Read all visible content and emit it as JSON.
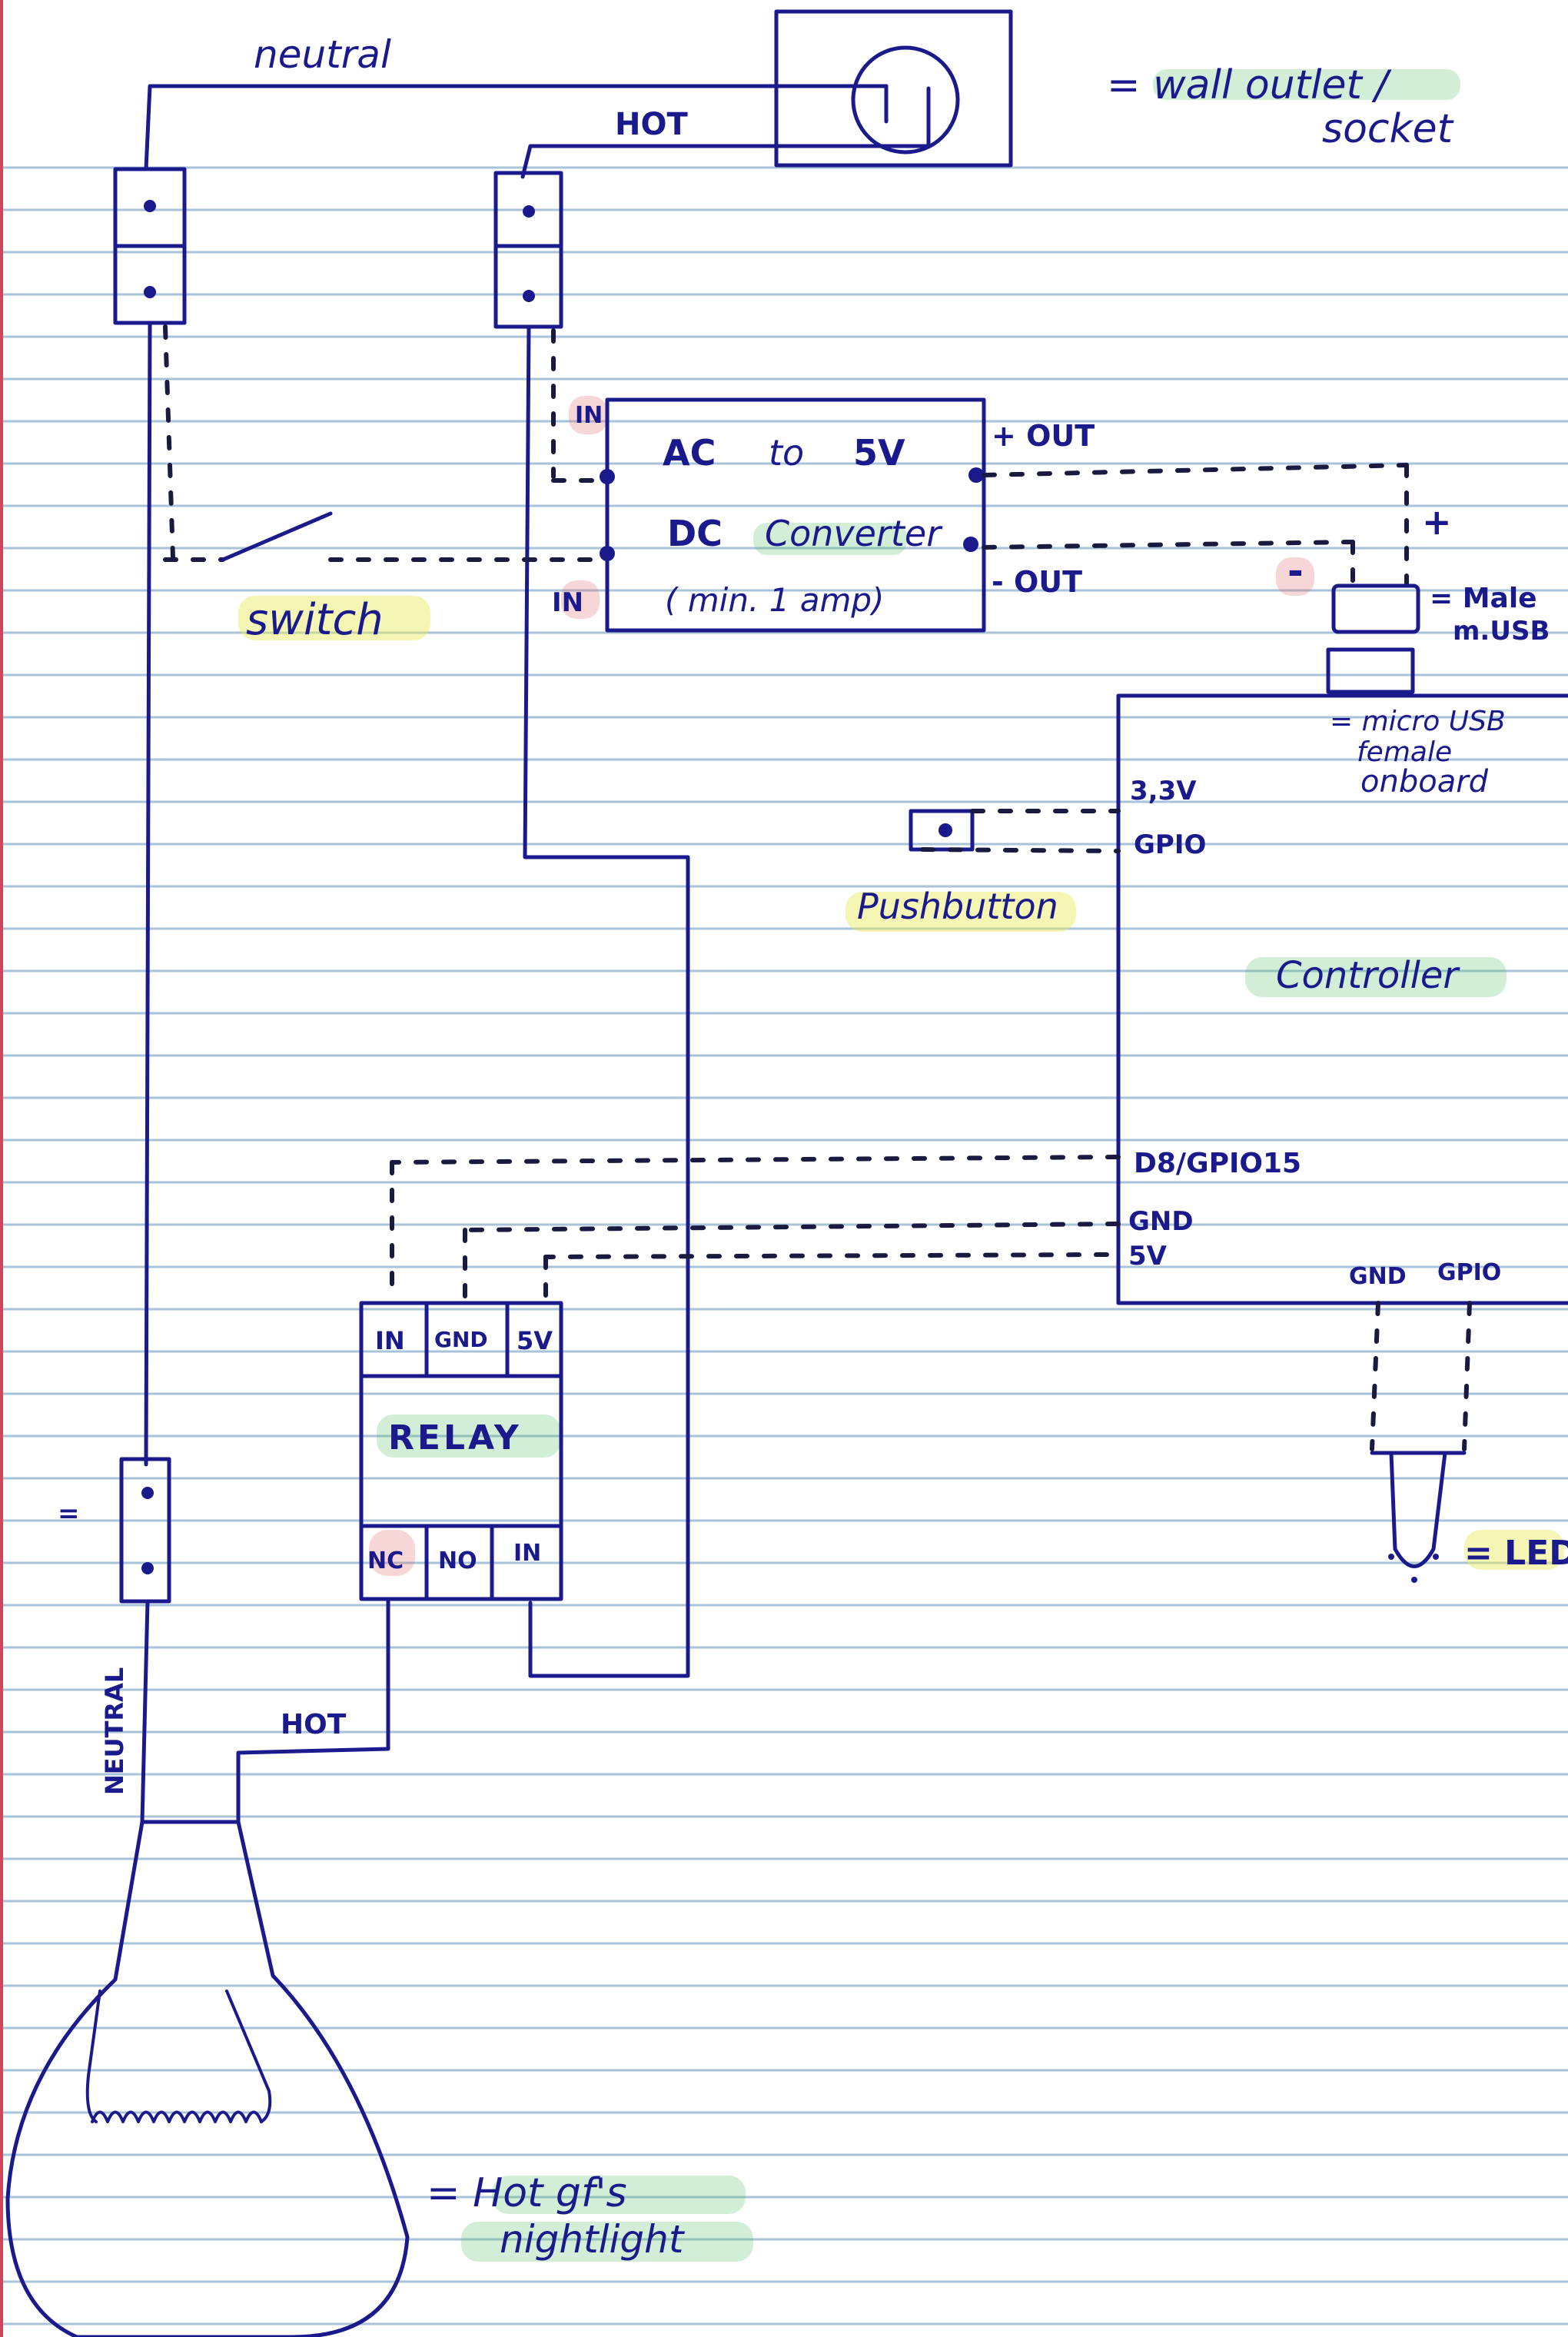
{
  "labels": {
    "neutral_top": "neutral",
    "hot_top": "HOT",
    "wall_outlet_line1": "= wall outlet /",
    "wall_outlet_line2": "socket",
    "converter_line1_a": "AC",
    "converter_line1_b": "to",
    "converter_line1_c": "5V",
    "converter_line2_a": "DC",
    "converter_line2_b": "Converter",
    "converter_line3": "( min. 1 amp)",
    "in_top": "IN",
    "in_bottom": "IN",
    "plus_out": "+ OUT",
    "minus_out": "- OUT",
    "plus_sign": "+",
    "minus_sign": "-",
    "switch": "switch",
    "male_usb_line1": "= Male",
    "male_usb_line2": "m.USB",
    "female_usb_line1": "= micro USB",
    "female_usb_line2": "female",
    "female_usb_line3": "onboard",
    "pin_33v": "3,3V",
    "pin_gpio": "GPIO",
    "pushbutton": "Pushbutton",
    "controller": "Controller",
    "pin_d8": "D8/GPIO15",
    "pin_gnd": "GND",
    "pin_5v": "5V",
    "pin_gnd_bottom": "GND",
    "pin_gpio_bottom": "GPIO",
    "relay_in": "IN",
    "relay_gnd": "GND",
    "relay_5v": "5V",
    "relay": "RELAY",
    "relay_nc": "NC",
    "relay_no": "NO",
    "relay_in2": "IN",
    "led": "= LED",
    "equals_side": "=",
    "neutral_bottom": "NEUTRAL",
    "hot_bottom": "HOT",
    "nightlight_line1": "= Hot gf's",
    "nightlight_line2": "nightlight"
  },
  "colors": {
    "ink": "#1a1a8c",
    "ruled_line": "#a9c3d8",
    "margin_line": "#d0455a",
    "highlight_green": "#5cc26a",
    "highlight_yellow": "#e8ea58"
  }
}
